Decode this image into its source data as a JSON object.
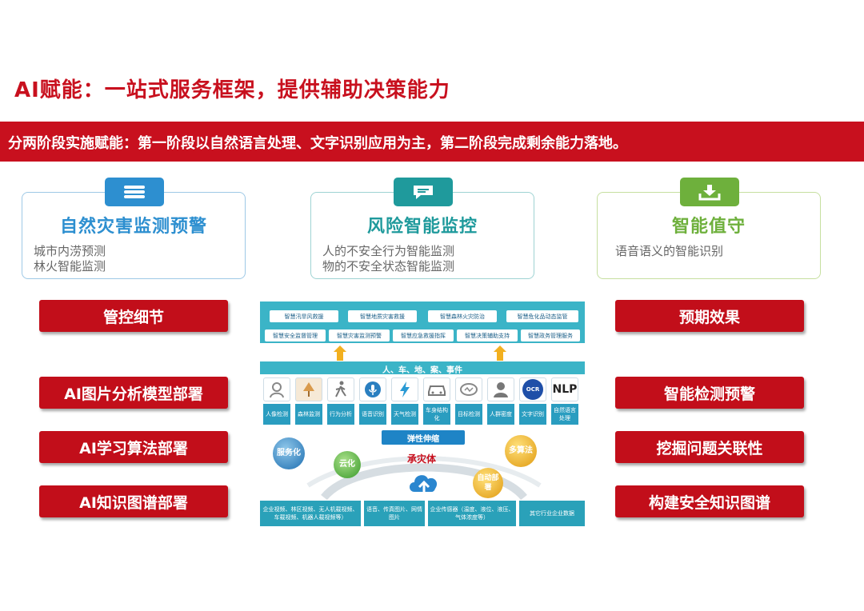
{
  "title": "AI赋能：一站式服务框架，提供辅助决策能力",
  "banner": "分两阶段实施赋能：第一阶段以自然语言处理、文字识别应用为主，第二阶段完成剩余能力落地。",
  "cards": [
    {
      "title": "自然灾害监测预警",
      "lines": [
        "城市内涝预测",
        "林火智能监测"
      ],
      "icon": "document-stack-icon",
      "color": "#2d8fd0"
    },
    {
      "title": "风险智能监控",
      "lines": [
        "人的不安全行为智能监测",
        "物的不安全状态智能监测"
      ],
      "icon": "chat-bubble-icon",
      "color": "#1f9a9c"
    },
    {
      "title": "智能值守",
      "lines": [
        "语音语义的智能识别"
      ],
      "icon": "download-tray-icon",
      "color": "#6eb03c"
    }
  ],
  "left_buttons": [
    "管控细节",
    "AI图片分析模型部署",
    "AI学习算法部署",
    "AI知识图谱部署"
  ],
  "right_buttons": [
    "预期效果",
    "智能检测预警",
    "挖掘问题关联性",
    "构建安全知识图谱"
  ],
  "diagram": {
    "apps_row1": [
      "智慧汛旱风救援",
      "智慧地质灾害救援",
      "智慧森林火灾防治",
      "智慧危化品动态监管"
    ],
    "apps_row2": [
      "智慧安全监督管理",
      "智慧灾害监测预警",
      "智慧应急救援指挥",
      "智慧决策辅助支持",
      "智慧政务管理服务"
    ],
    "band": "人、车、地、案、事件",
    "ai_capabilities": [
      {
        "label": "人像检测",
        "icon": "face-icon"
      },
      {
        "label": "森林监测",
        "icon": "forest-icon"
      },
      {
        "label": "行为分析",
        "icon": "walking-person-icon"
      },
      {
        "label": "语音识别",
        "icon": "microphone-icon"
      },
      {
        "label": "天气检测",
        "icon": "lightning-icon"
      },
      {
        "label": "车身结构化",
        "icon": "car-icon"
      },
      {
        "label": "目标检测",
        "icon": "target-icon"
      },
      {
        "label": "人群密度",
        "icon": "crowd-icon"
      },
      {
        "label": "文字识别",
        "icon": "ocr-icon",
        "icon_text": "OCR"
      },
      {
        "label": "自然语言处理",
        "icon": "nlp-icon",
        "icon_text": "NLP"
      }
    ],
    "elastic": "弹性伸缩",
    "service": "服务化",
    "cloud": "云化",
    "multi_algo": "多算法",
    "auto_deploy": "自动部署",
    "core": "承灾体",
    "sources": [
      "企业视频、林区视频、无人机载视频、车载视频、机器人载视频等）",
      "语音、传真图片、网情图片",
      "企业传感器（温度、液位、液压、气体浓度等）",
      "其它行业企业数据"
    ]
  }
}
